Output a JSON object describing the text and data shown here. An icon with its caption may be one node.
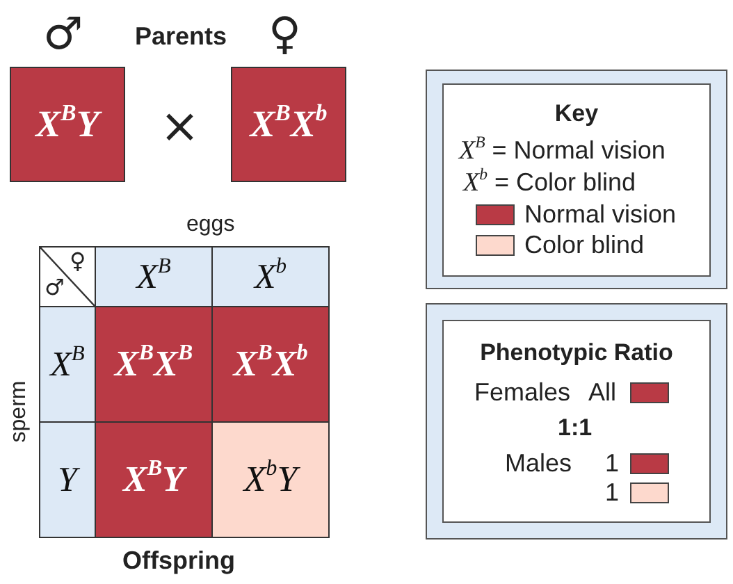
{
  "diagram": {
    "nodes": [
      {
        "text": [
          "X$^{B}$Y"
        ],
        "beside": [
          "♂"
        ]
      },
      {
        "text": [
          "X$^{B}$X$^{b}$"
        ],
        "beside": [
          "♀"
        ]
      },
      {
        "text": [
          "♀",
          "♂"
        ]
      },
      {
        "text": [
          "X$^{B}$"
        ]
      },
      {
        "text": [
          "X$^{b}$"
        ]
      },
      {
        "text": [
          "X$^{B}$"
        ]
      },
      {
        "text": [
          "X$^{B}$X$^{B}$"
        ]
      },
      {
        "text": [
          "X$^{B}$X$^{b}$"
        ]
      },
      {
        "text": [
          "Y"
        ]
      },
      {
        "text": [
          "X$^{B}$Y"
        ]
      },
      {
        "text": [
          "X$^{b}$Y"
        ]
      },
      {
        "text": [
          "Key",
          "*X$^{B}$* = Normal vision",
          "*X$^{b}$* = Color blind"
        ]
      },
      {
        "text": [
          "Phenotypic Ratio",
          "Females",
          "All",
          "1:1",
          "Males",
          "1",
          "1"
        ]
      }
    ],
    "labels": [
      "Parents",
      "×",
      "eggs",
      "sperm",
      "Offspring"
    ],
    "legend": [
      {
        "text": "Normal vision",
        "color": "#b93a45"
      },
      {
        "text": "Color blind",
        "color": "#fdd9cd"
      }
    ]
  }
}
